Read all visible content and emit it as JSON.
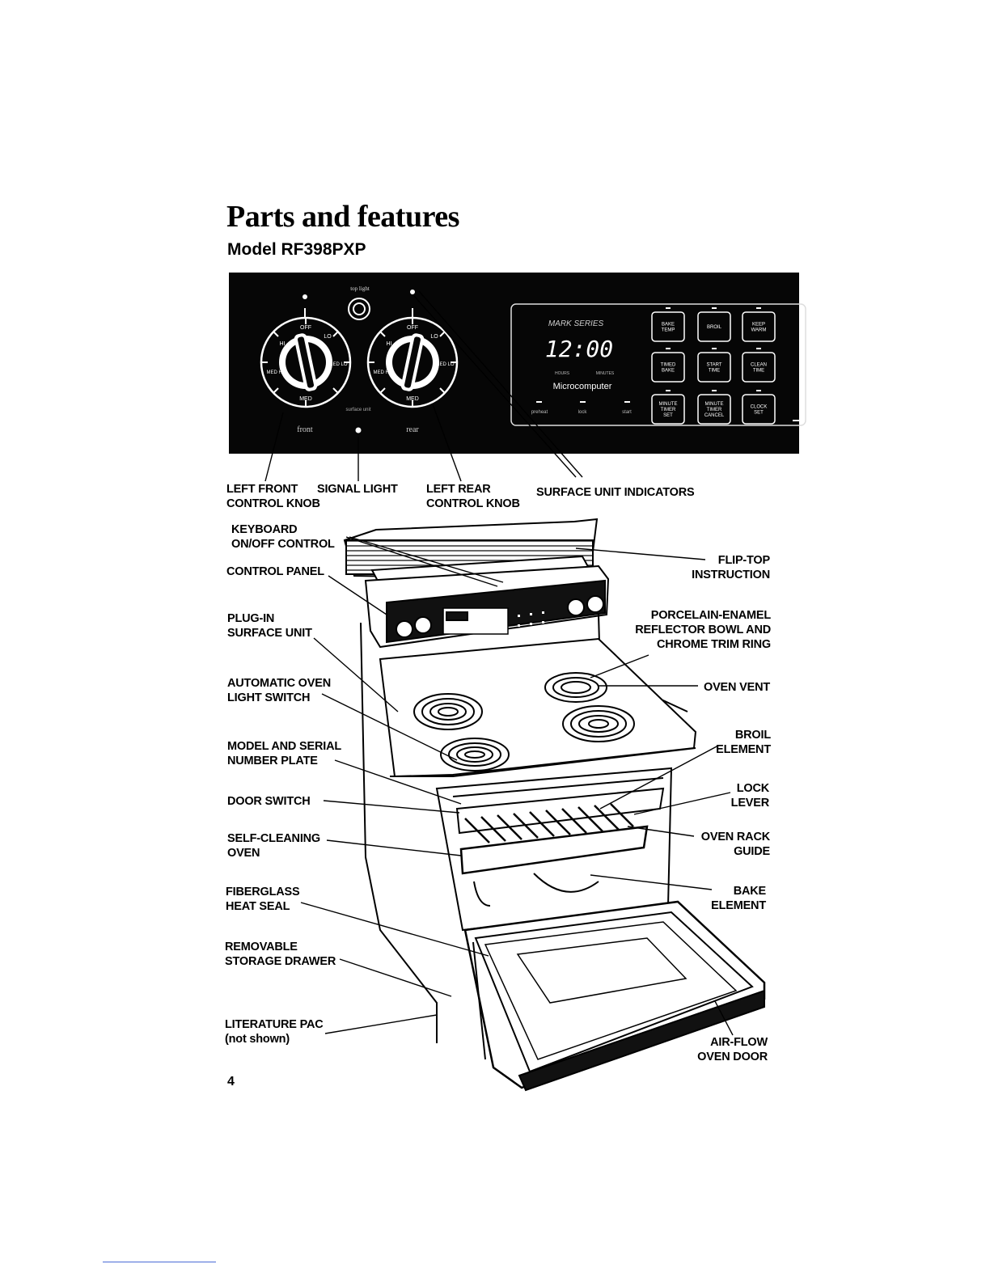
{
  "page": {
    "title": "Parts and features",
    "subtitle": "Model RF398PXP",
    "page_number": "4"
  },
  "panel": {
    "top_light": "top light",
    "front_text": "front",
    "rear_text": "rear",
    "signal_text": "surface unit",
    "knob_marks": [
      "OFF",
      "LO",
      "MED LO",
      "MED",
      "MED HI",
      "HI"
    ],
    "display": {
      "series": "MARK SERIES",
      "time": "12:00",
      "hours": "HOURS",
      "minutes": "MINUTES",
      "brand": "Microcomputer",
      "indicators": [
        "preheat",
        "lock",
        "start"
      ]
    },
    "keys": [
      [
        "BAKE\nTEMP",
        "BROIL",
        "KEEP\nWARM"
      ],
      [
        "TIMED\nBAKE",
        "START\nTIME",
        "CLEAN\nTIME"
      ],
      [
        "MINUTE\nTIMER\nSET",
        "MINUTE\nTIMER\nCANCEL",
        "CLOCK\nSET"
      ]
    ]
  },
  "labels": {
    "left_front_knob": "LEFT FRONT\nCONTROL KNOB",
    "signal_light": "SIGNAL LIGHT",
    "left_rear_knob": "LEFT REAR\nCONTROL KNOB",
    "surface_unit_indicators": "SURFACE UNIT INDICATORS",
    "keyboard_onoff": "KEYBOARD\nON/OFF CONTROL",
    "control_panel": "CONTROL PANEL",
    "plug_in_surface_unit": "PLUG-IN\nSURFACE UNIT",
    "automatic_oven_light": "AUTOMATIC OVEN\nLIGHT SWITCH",
    "model_serial_plate": "MODEL AND SERIAL\nNUMBER PLATE",
    "door_switch": "DOOR SWITCH",
    "self_cleaning_oven": "SELF-CLEANING\nOVEN",
    "fiberglass_seal": "FIBERGLASS\nHEAT SEAL",
    "storage_drawer": "REMOVABLE\nSTORAGE DRAWER",
    "literature_pac": "LITERATURE PAC\n(not shown)",
    "flip_top": "FLIP-TOP\nINSTRUCTION",
    "reflector_bowl": "PORCELAIN-ENAMEL\nREFLECTOR BOWL AND\nCHROME TRIM RING",
    "oven_vent": "OVEN VENT",
    "broil_element": "BROIL\nELEMENT",
    "lock_lever": "LOCK\nLEVER",
    "oven_rack_guide": "OVEN RACK\nGUIDE",
    "bake_element": "BAKE\nELEMENT",
    "air_flow_door": "AIR-FLOW\nOVEN DOOR"
  }
}
